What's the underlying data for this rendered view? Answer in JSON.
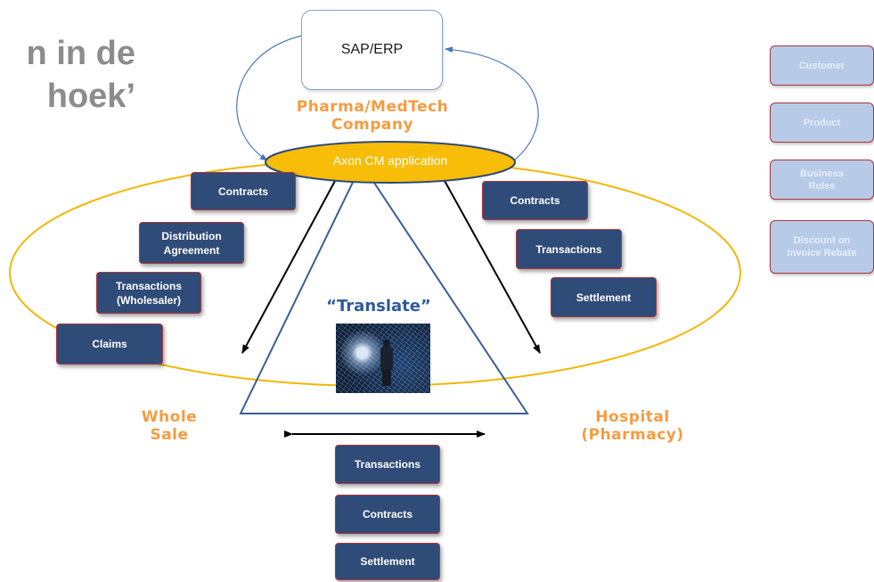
{
  "title": {
    "line1": "n in de",
    "line2": "hoek’"
  },
  "erp": {
    "label": "SAP/ERP"
  },
  "company": {
    "line1": "Pharma/MedTech",
    "line2": "Company"
  },
  "axon": {
    "label": "Axon CM application"
  },
  "translate": {
    "label": "“Translate”"
  },
  "wholesale": {
    "line1": "Whole",
    "line2": "Sale"
  },
  "hospital": {
    "line1": "Hospital",
    "line2": "(Pharmacy)"
  },
  "left_boxes": [
    {
      "label": "Contracts"
    },
    {
      "label": "Distribution Agreement"
    },
    {
      "label": "Transactions (Wholesaler)"
    },
    {
      "label": "Claims"
    }
  ],
  "right_boxes": [
    {
      "label": "Contracts"
    },
    {
      "label": "Transactions"
    },
    {
      "label": "Settlement"
    }
  ],
  "bottom_boxes": [
    {
      "label": "Transactions"
    },
    {
      "label": "Contracts"
    },
    {
      "label": "Settlement"
    }
  ],
  "side_boxes": [
    {
      "label": "Customer"
    },
    {
      "label": "Product"
    },
    {
      "label": "Business Rules"
    },
    {
      "label": "Discount on Invoice Rebate"
    }
  ],
  "colors": {
    "accent_orange": "#f59c42",
    "ellipse_gold": "#f2b705",
    "box_navy": "#2f4b78",
    "box_border_red": "#b0353a",
    "side_box_fill": "#b7cbe8",
    "translate_blue": "#2e5aa0",
    "triangle_stroke": "#3a5e96"
  }
}
